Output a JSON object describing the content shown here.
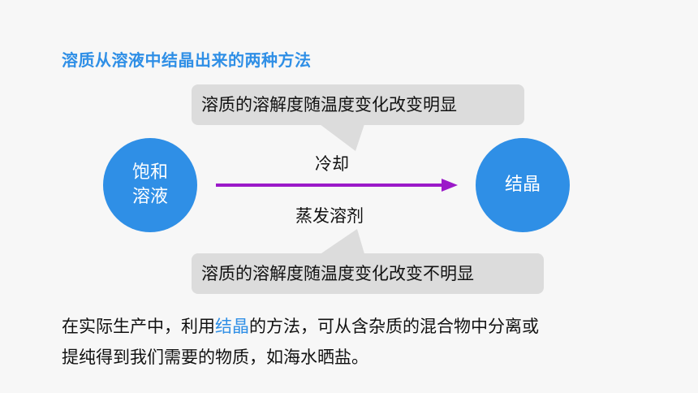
{
  "title": "溶质从溶液中结晶出来的两种方法",
  "bubble_top": "溶质的溶解度随温度变化改变明显",
  "bubble_bottom": "溶质的溶解度随温度变化改变不明显",
  "circle_left": {
    "line1": "饱和",
    "line2": "溶液"
  },
  "circle_right": "结晶",
  "arrow_label_top": "冷却",
  "arrow_label_bottom": "蒸发溶剂",
  "paragraph": {
    "line1_before": "在实际生产中，利用",
    "line1_highlight": "结晶",
    "line1_after": "的方法，可从含杂质的混合物中分离或",
    "line2": "提纯得到我们需要的物质，如海水晒盐。"
  },
  "colors": {
    "accent_blue": "#2f8fe6",
    "arrow_purple": "#9b19c9",
    "bubble_gray": "#dcdcdc"
  }
}
